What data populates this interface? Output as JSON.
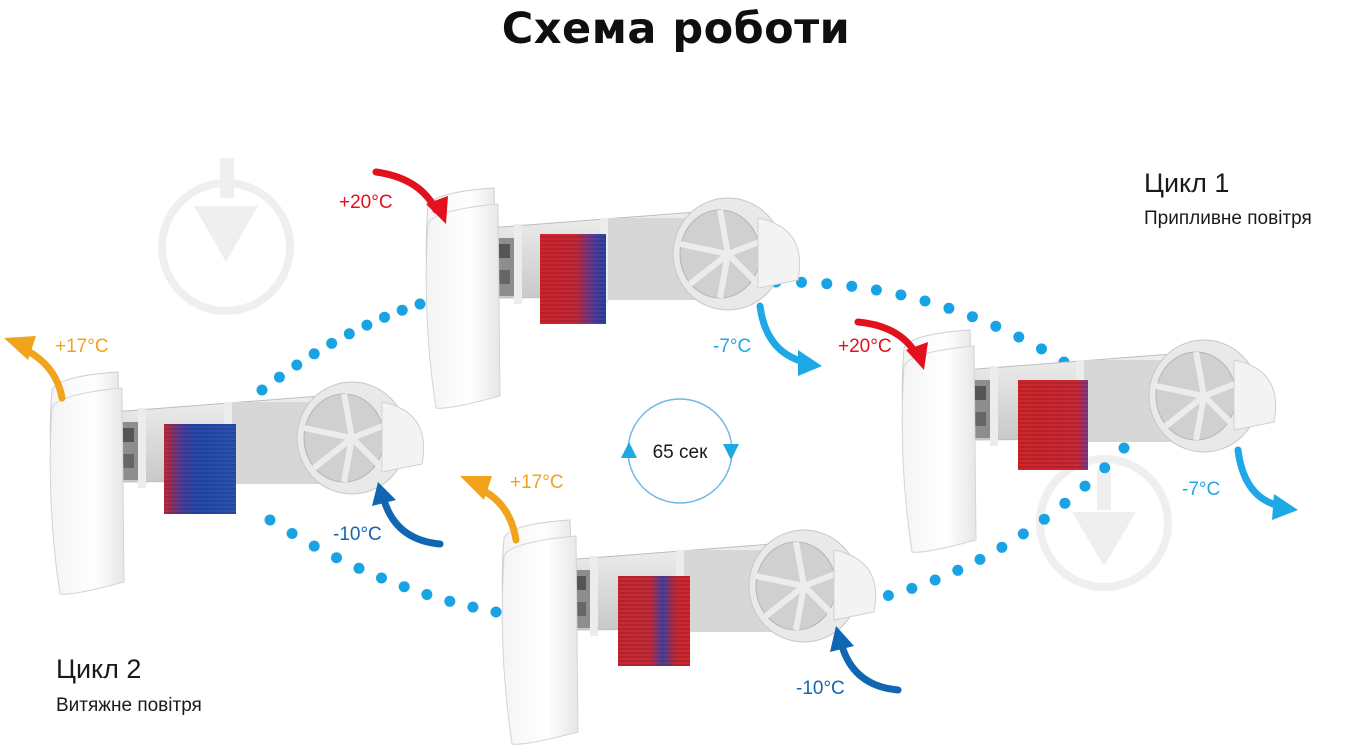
{
  "title": "Схема роботи",
  "cycle1": {
    "title": "Цикл 1",
    "subtitle": "Припливне повітря"
  },
  "cycle2": {
    "title": "Цикл 2",
    "subtitle": "Витяжне повітря"
  },
  "timer": {
    "label": "65 сек"
  },
  "temperatures": {
    "top_in": "+20°C",
    "top_out": "-7°C",
    "right_in": "+20°C",
    "right_out": "-7°C",
    "left_out": "+17°C",
    "left_in": "-10°C",
    "bottom_out": "+17°C",
    "bottom_in": "-10°C"
  },
  "icons": [
    "down-arrow-watermark-icon",
    "air-flow-arrow-icon",
    "cycle-rotation-icon"
  ],
  "colors": {
    "warm_red": "#e3101e",
    "warm_orange": "#f0a31b",
    "cold_blue": "#1fa8e6",
    "cold_dark_blue": "#1166b3",
    "dots": "#1aa3e4",
    "exchanger_red": "#c8262e",
    "exchanger_blue": "#2443a8"
  }
}
